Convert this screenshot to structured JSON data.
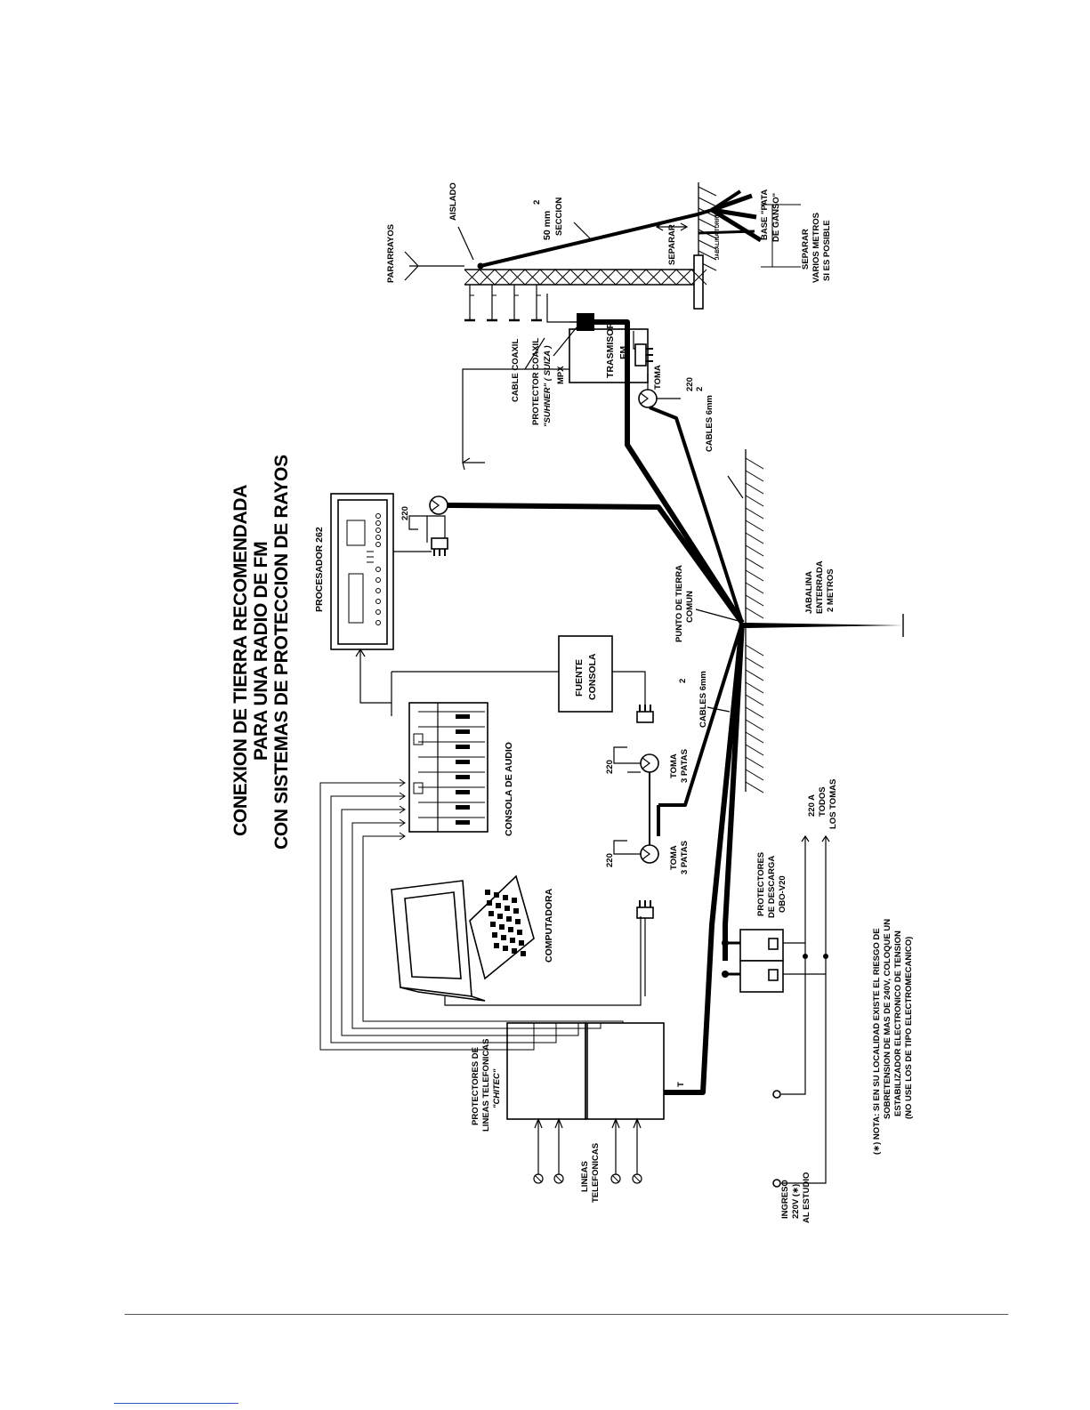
{
  "title": {
    "line1": "CONEXION DE TIERRA RECOMENDADA",
    "line2": "PARA UNA RADIO DE FM",
    "line3": "CON SISTEMAS DE PROTECCION DE RAYOS"
  },
  "labels": {
    "pararrayos": "PARARRAYOS",
    "aislado": "AISLADO",
    "seccion_1": "50 mm",
    "seccion_2": "SECCION",
    "superscript_2": "2",
    "separar": "SEPARAR",
    "jabalina_torre": "JABALINA TORRE",
    "base_1": "BASE \"PATA",
    "base_2": "DE GANSO\"",
    "separar_varios_1": "SEPARAR",
    "separar_varios_2": "VARIOS METROS",
    "separar_varios_3": "SI ES POSIBLE",
    "cable_coaxil": "CABLE COAXIL",
    "protector_coaxil_1": "PROTECTOR COAXIL",
    "protector_coaxil_2": "\"SUHNER\" ( SUIZA )",
    "trasmisor_1": "TRASMISOR",
    "trasmisor_2": "FM",
    "mpx": "MPX",
    "toma_220": "TOMA",
    "v220": "220",
    "cables_6mm_tx": "CABLES 6mm",
    "procesador": "PROCESADOR 262",
    "punto_tierra_1": "PUNTO DE TIERRA",
    "punto_tierra_2": "COMUN",
    "jabalina_1": "JABALINA",
    "jabalina_2": "ENTERRADA",
    "jabalina_3": "2 METROS",
    "fuente_1": "FUENTE",
    "fuente_2": "CONSOLA",
    "cables_6mm_studio": "CABLES 6mm",
    "consola_audio": "CONSOLA DE AUDIO",
    "toma3_1": "TOMA",
    "toma3_2": "3 PATAS",
    "computadora": "COMPUTADORA",
    "a_todos_1": "220 A",
    "a_todos_2": "TODOS",
    "a_todos_3": "LOS TOMAS",
    "protectores_descarga_1": "PROTECTORES",
    "protectores_descarga_2": "DE DESCARGA",
    "protectores_descarga_3": "OBO-V20",
    "protectores_lineas_1": "PROTECTORES DE",
    "protectores_lineas_2": "LINEAS TELEFONICAS",
    "protectores_lineas_3": "\"CHITEC\"",
    "lineas_1": "LINEAS",
    "lineas_2": "TELEFONICAS",
    "t": "T",
    "ingreso_1": "INGRESO",
    "ingreso_2": "220V (∗)",
    "ingreso_3": "AL ESTUDIO",
    "nota_1": "(∗) NOTA: SI EN SU LOCALIDAD EXISTE EL RIESGO DE",
    "nota_2": "SOBRETENSION DE MAS DE 240V, COLOQUE UN",
    "nota_3": "ESTABILIZADOR ELECTRONICO DE TENSION",
    "nota_4": "(NO USE LOS DE TIPO ELECTROMECANICO)"
  }
}
